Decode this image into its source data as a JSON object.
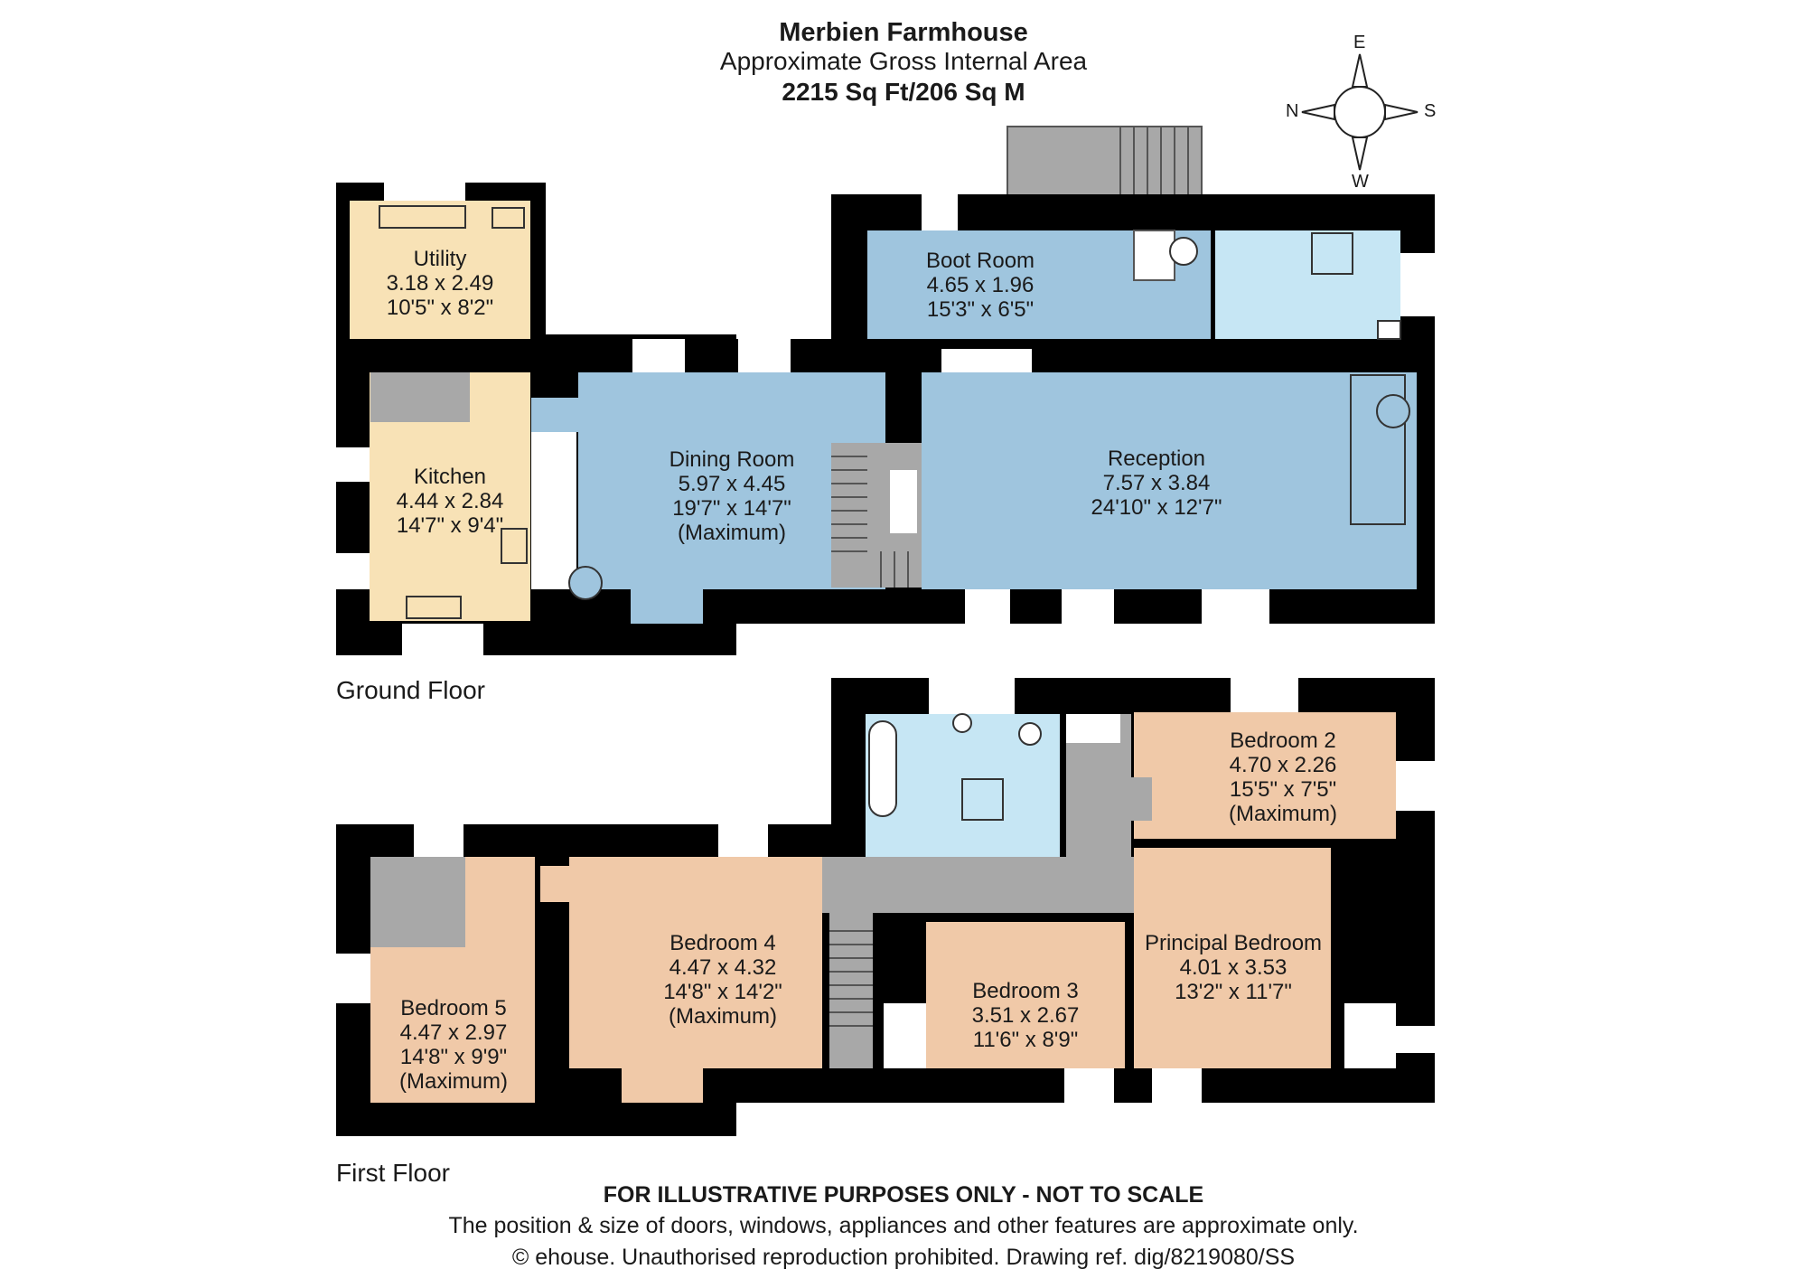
{
  "header": {
    "title": "Merbien Farmhouse",
    "subtitle": "Approximate Gross Internal Area",
    "area": "2215 Sq Ft/206 Sq M"
  },
  "compass": {
    "north": "N",
    "east": "E",
    "south": "S",
    "west": "W"
  },
  "floors": {
    "ground": "Ground Floor",
    "first": "First Floor"
  },
  "rooms": {
    "utility": {
      "name": "Utility",
      "metric": "3.18 x 2.49",
      "imperial": "10'5\" x 8'2\"",
      "note": ""
    },
    "kitchen": {
      "name": "Kitchen",
      "metric": "4.44 x 2.84",
      "imperial": "14'7\" x 9'4\"",
      "note": ""
    },
    "dining": {
      "name": "Dining Room",
      "metric": "5.97 x 4.45",
      "imperial": "19'7\" x 14'7\"",
      "note": "(Maximum)"
    },
    "boot": {
      "name": "Boot Room",
      "metric": "4.65 x 1.96",
      "imperial": "15'3\" x 6'5\"",
      "note": ""
    },
    "reception": {
      "name": "Reception",
      "metric": "7.57 x 3.84",
      "imperial": "24'10\" x 12'7\"",
      "note": ""
    },
    "bed2": {
      "name": "Bedroom 2",
      "metric": "4.70 x 2.26",
      "imperial": "15'5\" x 7'5\"",
      "note": "(Maximum)"
    },
    "bed3": {
      "name": "Bedroom 3",
      "metric": "3.51 x 2.67",
      "imperial": "11'6\" x 8'9\"",
      "note": ""
    },
    "bed4": {
      "name": "Bedroom 4",
      "metric": "4.47 x 4.32",
      "imperial": "14'8\" x 14'2\"",
      "note": "(Maximum)"
    },
    "bed5": {
      "name": "Bedroom 5",
      "metric": "4.47 x 2.97",
      "imperial": "14'8\" x 9'9\"",
      "note": "(Maximum)"
    },
    "principal": {
      "name": "Principal Bedroom",
      "metric": "4.01 x 3.53",
      "imperial": "13'2\" x 11'7\"",
      "note": ""
    }
  },
  "footer": {
    "disclaimer": "FOR ILLUSTRATIVE PURPOSES ONLY - NOT TO SCALE",
    "note": "The position & size of doors, windows, appliances and other features are approximate only.",
    "copyright": "© ehouse. Unauthorised reproduction prohibited. Drawing ref. dig/8219080/SS"
  },
  "colors": {
    "wall": "#000000",
    "blue_room": "#9fc5de",
    "bath": "#c6e6f4",
    "yellow_room": "#f8e2b6",
    "peach_room": "#f0c9a8",
    "hall": "#a8a8a8",
    "window": "#ffffff"
  }
}
